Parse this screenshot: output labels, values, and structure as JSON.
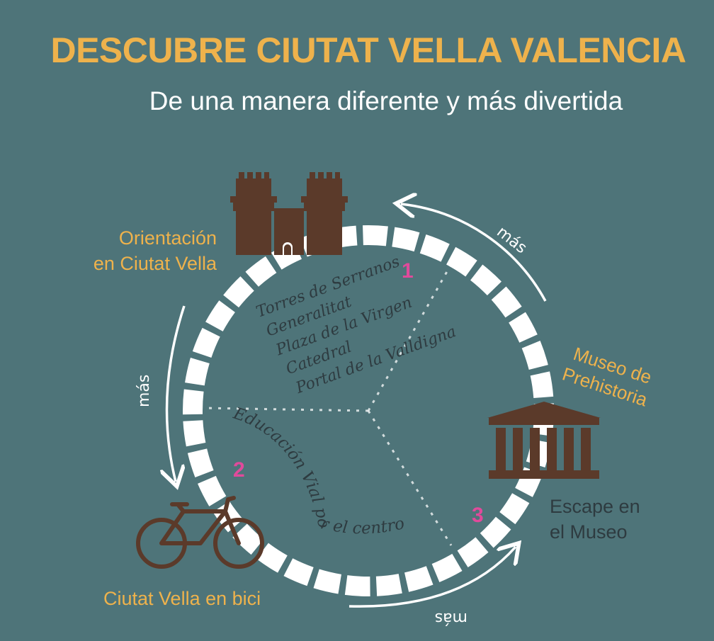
{
  "header": {
    "title": "DESCUBRE CIUTAT VELLA VALENCIA",
    "subtitle": "De una manera diferente y más divertida"
  },
  "activities": [
    {
      "name_line1": "Orientación",
      "name_line2": "en Ciutat Vella",
      "number": "1"
    },
    {
      "name": "Ciutat Vella en bici",
      "number": "2"
    },
    {
      "name_line1": "Museo de",
      "name_line2": "Prehistoria",
      "sub_line1": "Escape en",
      "sub_line2": "el Museo",
      "number": "3"
    }
  ],
  "sector1_list": [
    "Torres de Serranos",
    "Generalitat",
    "Plaza de la Virgen",
    "Catedral",
    "Portal de la Valldigna"
  ],
  "sector2_text": "Educación Vial por el centro",
  "mas_label": "más",
  "colors": {
    "background": "#4e7479",
    "title": "#eeb24c",
    "accent_number": "#e04a9b",
    "icon_brown": "#5b3a2a",
    "ring": "#ffffff",
    "handwritten_text": "#2e3b40"
  },
  "icons": {
    "top": "castle-towers-icon",
    "bottom_left": "bicycle-icon",
    "right": "museum-temple-icon"
  }
}
